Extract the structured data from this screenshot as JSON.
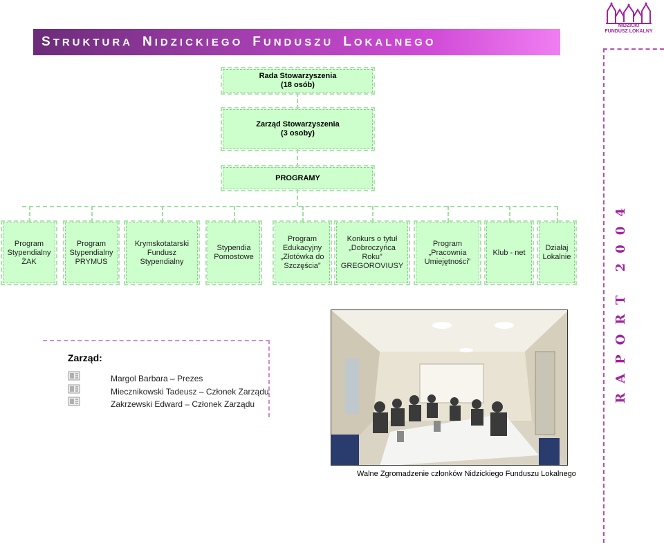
{
  "header": {
    "title_parts": [
      {
        "first": "S",
        "rest": "TRUKTURA"
      },
      {
        "first": "N",
        "rest": "IDZICKIEGO"
      },
      {
        "first": "F",
        "rest": "UNDUSZU"
      },
      {
        "first": "L",
        "rest": "OKALNEGO"
      }
    ]
  },
  "logo": {
    "line1": "NIDZICKI",
    "line2": "FUNDUSZ LOKALNY"
  },
  "side_label": "RAPORT 2004",
  "org": {
    "rada": "Rada Stowarzyszenia\n(18 osób)",
    "zarzad_stow": "Zarząd Stowarzyszenia\n(3 osoby)",
    "programy": "PROGRAMY",
    "programs": [
      "Program\nStypendialny\nŻAK",
      "Program\nStypendialny\nPRYMUS",
      "Krymskotatarski\nFundusz\nStypendialny",
      "Stypendia\nPomostowe",
      "Program\nEdukacyjny\n„Złotówka do\nSzczęścia”",
      "Konkurs o tytuł\n„Dobroczyńca\nRoku”\nGREGOROVIUSY",
      "Program\n„Pracownia\nUmiejętności”",
      "Klub - net",
      "Działaj\nLokalnie"
    ]
  },
  "board": {
    "title": "Zarząd:",
    "members": [
      "Margol Barbara – Prezes",
      "Miecznikowski Tadeusz – Członek Zarządu",
      "Zakrzewski Edward – Członek Zarządu"
    ]
  },
  "photo_caption": "Walne Zgromadzenie członków Nidzickiego Funduszu Lokalnego",
  "colors": {
    "box_fill": "#ccffcc",
    "accent": "#a0249e",
    "title_start": "#6b2c78",
    "title_end": "#f07ef2"
  }
}
